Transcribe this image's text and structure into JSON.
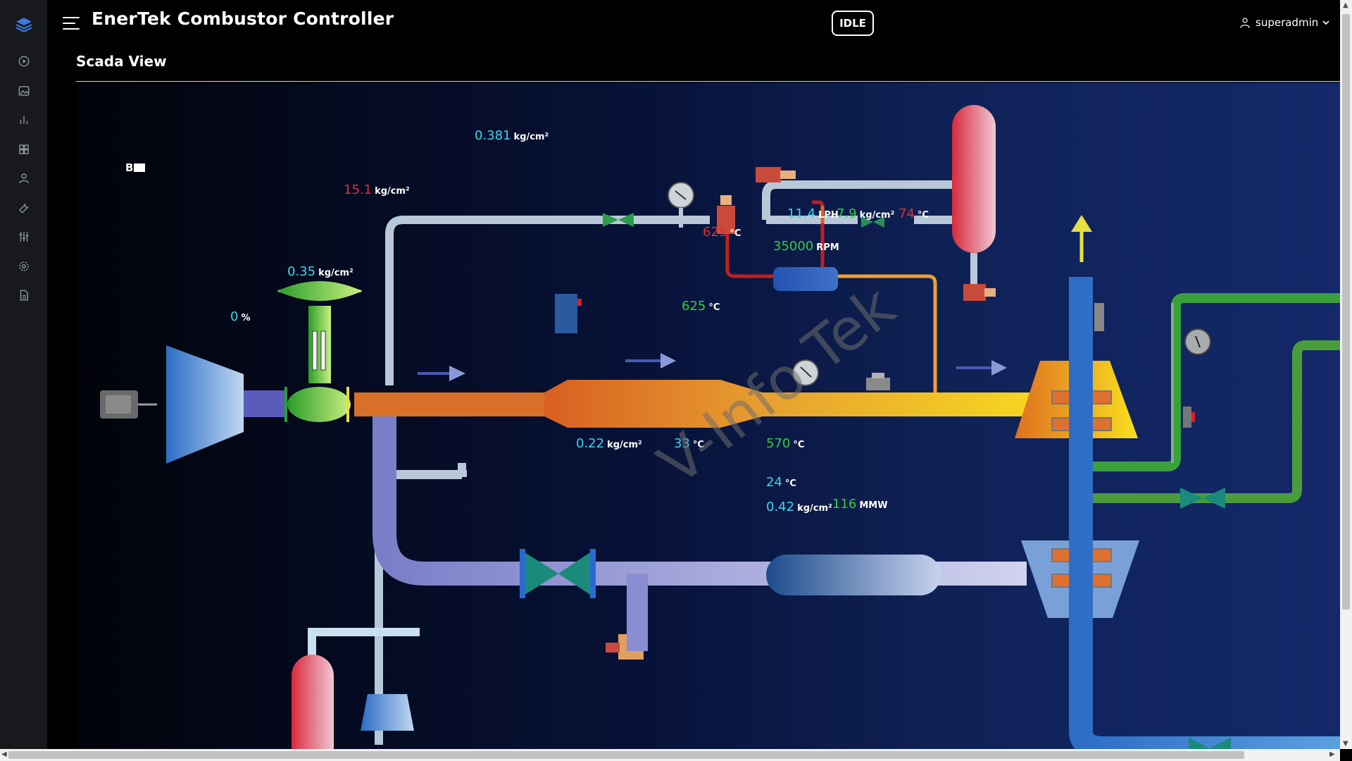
{
  "app": {
    "title": "EnerTek Combustor Controller",
    "status": "IDLE",
    "user": "superadmin"
  },
  "page": {
    "title": "Scada View"
  },
  "sidebar": {
    "icons": [
      "layers-icon",
      "play-circle-icon",
      "image-icon",
      "bar-chart-icon",
      "grid-icon",
      "user-icon",
      "wrench-icon",
      "sliders-icon",
      "gear-icon",
      "file-icon"
    ]
  },
  "scada": {
    "label_b": "B",
    "readings": [
      {
        "id": "r1",
        "value": "0.381",
        "unit": "kg/cm²",
        "color": "#35d8f0"
      },
      {
        "id": "r2",
        "value": "15.1",
        "unit": "kg/cm²",
        "color": "#e0303a"
      },
      {
        "id": "r3",
        "value": "0.35",
        "unit": "kg/cm²",
        "color": "#35d8f0"
      },
      {
        "id": "r4",
        "value": "0",
        "unit": "%",
        "color": "#35d8f0"
      },
      {
        "id": "r5",
        "value": "11.4",
        "unit": "LPH",
        "color": "#35d8f0"
      },
      {
        "id": "r6",
        "value": "7.9",
        "unit": "kg/cm²",
        "color": "#30d040"
      },
      {
        "id": "r7",
        "value": "74",
        "unit": "°C",
        "color": "#e0303a"
      },
      {
        "id": "r8",
        "value": "625",
        "unit": "°C",
        "color": "#e0303a"
      },
      {
        "id": "r9",
        "value": "35000",
        "unit": "RPM",
        "color": "#30d040"
      },
      {
        "id": "r10",
        "value": "625",
        "unit": "°C",
        "color": "#30d040"
      },
      {
        "id": "r11",
        "value": "0.22",
        "unit": "kg/cm²",
        "color": "#35d8f0"
      },
      {
        "id": "r12",
        "value": "33",
        "unit": "°C",
        "color": "#35d8f0"
      },
      {
        "id": "r13",
        "value": "570",
        "unit": "°C",
        "color": "#30d040"
      },
      {
        "id": "r14",
        "value": "24",
        "unit": "°C",
        "color": "#35d8f0"
      },
      {
        "id": "r15",
        "value": "0.42",
        "unit": "kg/cm²",
        "color": "#35d8f0"
      },
      {
        "id": "r16",
        "value": "116",
        "unit": "MMW",
        "color": "#30d040"
      }
    ],
    "watermark": "V-Info Tek"
  }
}
